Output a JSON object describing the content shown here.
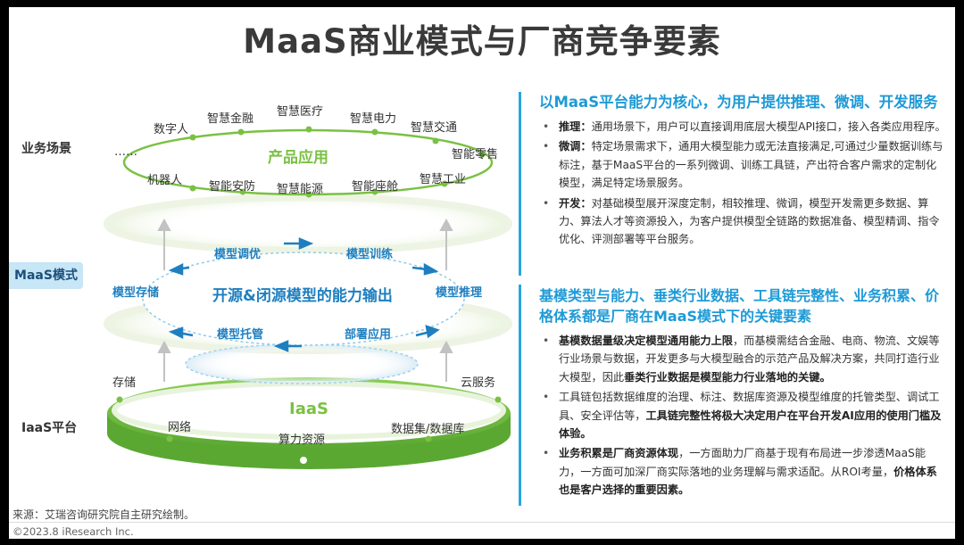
{
  "title": "MaaS商业模式与厂商竞争要素",
  "left_labels": {
    "business": "业务场景",
    "maas": "MaaS模式",
    "iaas": "IaaS平台"
  },
  "diagram": {
    "product_ring": {
      "title": "产品应用",
      "items": [
        "……",
        "数字人",
        "智慧金融",
        "智慧医疗",
        "智慧电力",
        "智慧交通",
        "智能零售",
        "机器人",
        "智能安防",
        "智慧能源",
        "智能座舱",
        "智慧工业"
      ]
    },
    "maas_ring": {
      "title": "开源&闭源模型的能力输出",
      "items": [
        "模型调优",
        "模型训练",
        "模型存储",
        "模型推理",
        "模型托管",
        "部署应用"
      ]
    },
    "iaas_ring": {
      "title": "IaaS",
      "items": [
        "存储",
        "云服务",
        "网络",
        "算力资源",
        "数据集/数据库"
      ]
    },
    "colors": {
      "green": "#7ac143",
      "green_dark": "#5aa832",
      "blue": "#1e7fc0",
      "ring_light": "#eef7e6"
    }
  },
  "right": {
    "section1_title": "以MaaS平台能力为核心，为用户提供推理、微调、开发服务",
    "section1_bullets": [
      {
        "bold": "推理：",
        "text": "通用场景下，用户可以直接调用底层大模型API接口，接入各类应用程序。"
      },
      {
        "bold": "微调：",
        "text": "特定场景需求下，通用大模型能力或无法直接满足,可通过少量数据训练与标注，基于MaaS平台的一系列微调、训练工具链，产出符合客户需求的定制化模型，满足特定场景服务。"
      },
      {
        "bold": "开发：",
        "text": "对基础模型展开深度定制，相较推理、微调，模型开发需更多数据、算力、算法人才等资源投入，为客户提供模型全链路的数据准备、模型精调、指令优化、评测部署等平台服务。"
      }
    ],
    "section2_title": "基模类型与能力、垂类行业数据、工具链完整性、业务积累、价格体系都是厂商在MaaS模式下的关键要素",
    "section2_bullets": [
      {
        "b1": "基模数据量级决定模型通用能力上限",
        "t1": "，而基模需结合金融、电商、物流、文娱等行业场景与数据，开发更多与大模型融合的示范产品及解决方案，共同打造行业大模型，因此",
        "b2": "垂类行业数据是模型能力行业落地的关键。",
        "t2": ""
      },
      {
        "b1": "",
        "t1": "工具链包括数据维度的治理、标注、数据库资源及模型维度的托管类型、调试工具、安全评估等，",
        "b2": "工具链完整性将极大决定用户在平台开发AI应用的使用门槛及体验。",
        "t2": ""
      },
      {
        "b1": "业务积累是厂商资源体现",
        "t1": "，一方面助力厂商基于现有布局进一步渗透MaaS能力，一方面可加深厂商实际落地的业务理解与需求适配。从ROI考量，",
        "b2": "价格体系也是客户选择的重要因素。",
        "t2": ""
      }
    ]
  },
  "source": "来源：艾瑞咨询研究院自主研究绘制。",
  "copyright": "©2023.8 iResearch Inc."
}
